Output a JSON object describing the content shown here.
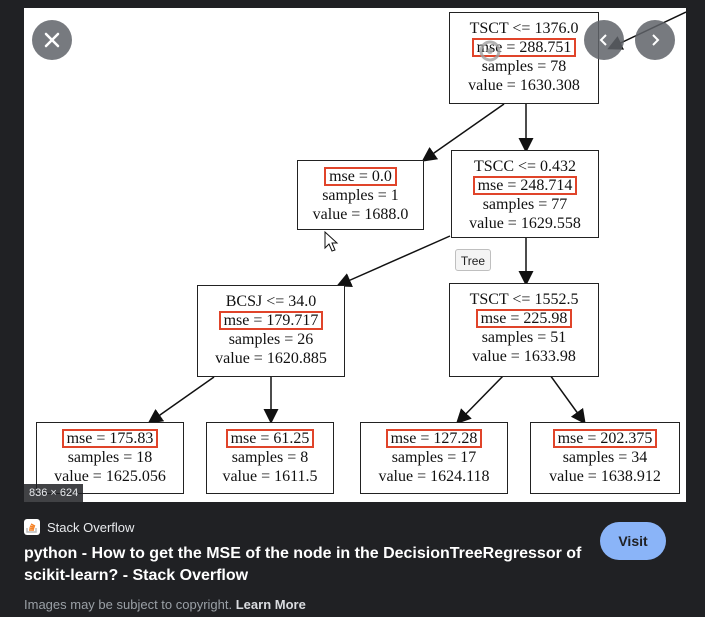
{
  "preview": {
    "dimensions": "836 × 624",
    "tree_button": "Tree",
    "nodes": [
      {
        "id": "root",
        "lines": [
          "TSCT <= 1376.0",
          "mse = 288.751",
          "samples = 78",
          "value = 1630.308"
        ]
      },
      {
        "id": "l",
        "lines": [
          "mse = 0.0",
          "samples = 1",
          "value = 1688.0"
        ]
      },
      {
        "id": "r",
        "lines": [
          "TSCC <= 0.432",
          "mse = 248.714",
          "samples = 77",
          "value = 1629.558"
        ]
      },
      {
        "id": "rl",
        "lines": [
          "BCSJ <= 34.0",
          "mse = 179.717",
          "samples = 26",
          "value = 1620.885"
        ]
      },
      {
        "id": "rr",
        "lines": [
          "TSCT <= 1552.5",
          "mse = 225.98",
          "samples = 51",
          "value = 1633.98"
        ]
      },
      {
        "id": "rll",
        "lines": [
          "mse = 175.83",
          "samples = 18",
          "value = 1625.056"
        ]
      },
      {
        "id": "rlr",
        "lines": [
          "mse = 61.25",
          "samples = 8",
          "value = 1611.5"
        ]
      },
      {
        "id": "rrl",
        "lines": [
          "mse = 127.28",
          "samples = 17",
          "value = 1624.118"
        ]
      },
      {
        "id": "rrr",
        "lines": [
          "mse = 202.375",
          "samples = 34",
          "value = 1638.912"
        ]
      }
    ]
  },
  "source": {
    "name": "Stack Overflow",
    "icon": "stackoverflow-icon"
  },
  "result_title": "python - How to get the MSE of the node in the DecisionTreeRegressor of scikit-learn? - Stack Overflow",
  "visit_label": "Visit",
  "copyright": {
    "text": "Images may be subject to copyright.",
    "link": "Learn More"
  },
  "colors": {
    "background": "#202124",
    "accent": "#8ab4f8",
    "highlight": "#e0442a"
  }
}
